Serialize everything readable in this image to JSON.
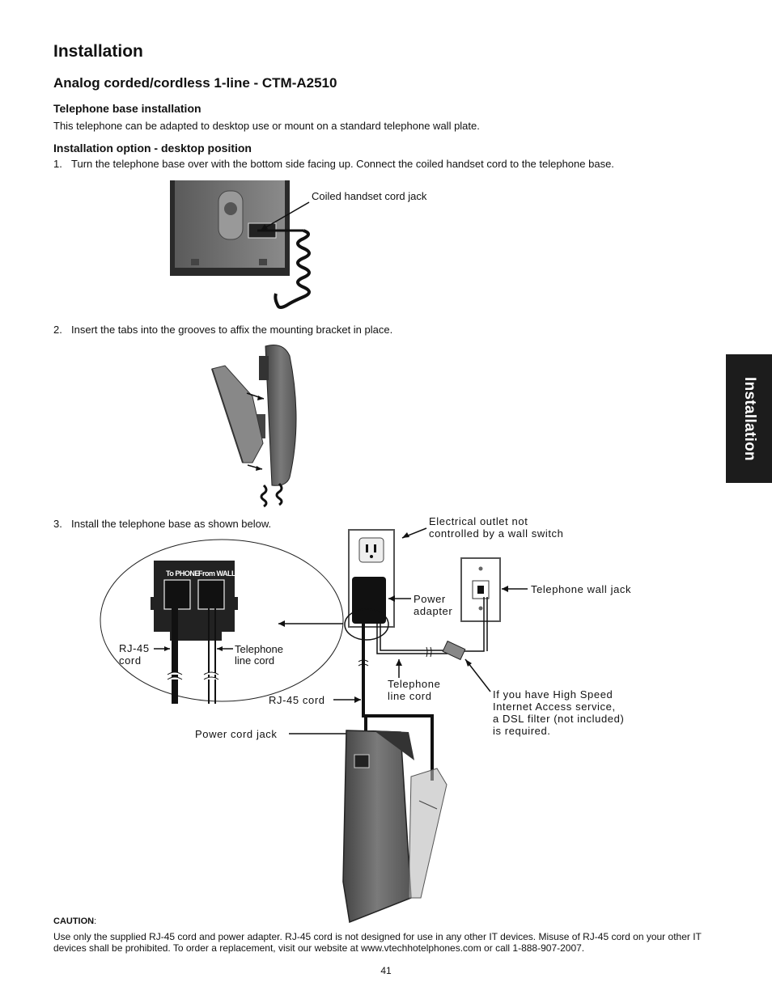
{
  "page": {
    "title": "Installation",
    "subtitle": "Analog corded/cordless 1-line - CTM-A2510",
    "section_heading": "Telephone base installation",
    "section_text": "This telephone can be adapted to desktop use or mount on a standard telephone wall plate.",
    "option_heading": "Installation option - desktop position",
    "side_tab": "Installation",
    "page_number": "41"
  },
  "steps": [
    {
      "num": "1.",
      "text": "Turn the telephone base over with the bottom side facing up. Connect the coiled handset cord to the telephone base."
    },
    {
      "num": "2.",
      "text": "Insert the tabs into the grooves to affix the mounting bracket in place."
    },
    {
      "num": "3.",
      "text": "Install the telephone base as shown below."
    }
  ],
  "figure1": {
    "callout": "Coiled handset cord jack"
  },
  "figure3": {
    "port_to_phone": "To PHONE",
    "port_from_wall": "From WALL",
    "rj45_inset_line1": "RJ-45",
    "rj45_inset_line2": "cord",
    "tel_inset_line1": "Telephone",
    "tel_inset_line2": "line cord",
    "outlet_line1": "Electrical outlet not",
    "outlet_line2": "controlled by a wall switch",
    "power_adapter_line1": "Power",
    "power_adapter_line2": "adapter",
    "wall_jack": "Telephone wall jack",
    "rj45_cord": "RJ-45 cord",
    "tel_cord_line1": "Telephone",
    "tel_cord_line2": "line cord",
    "dsl_line1": "If you have High Speed",
    "dsl_line2": "Internet Access service,",
    "dsl_line3": "a DSL filter (not included)",
    "dsl_line4": "is required.",
    "power_cord_jack": "Power cord jack"
  },
  "caution": {
    "label": "CAUTION",
    "text": "Use only the supplied RJ-45 cord and power adapter. RJ-45 cord is not designed for use in any other IT devices. Misuse of RJ-45 cord on your other IT devices shall be prohibited. To order a replacement, visit our website at www.vtechhotelphones.com or call 1-888-907-2007."
  },
  "colors": {
    "side_tab_bg": "#1c1c1c",
    "device_gray": "#6e6e6e",
    "device_dark": "#2a2a2a"
  }
}
